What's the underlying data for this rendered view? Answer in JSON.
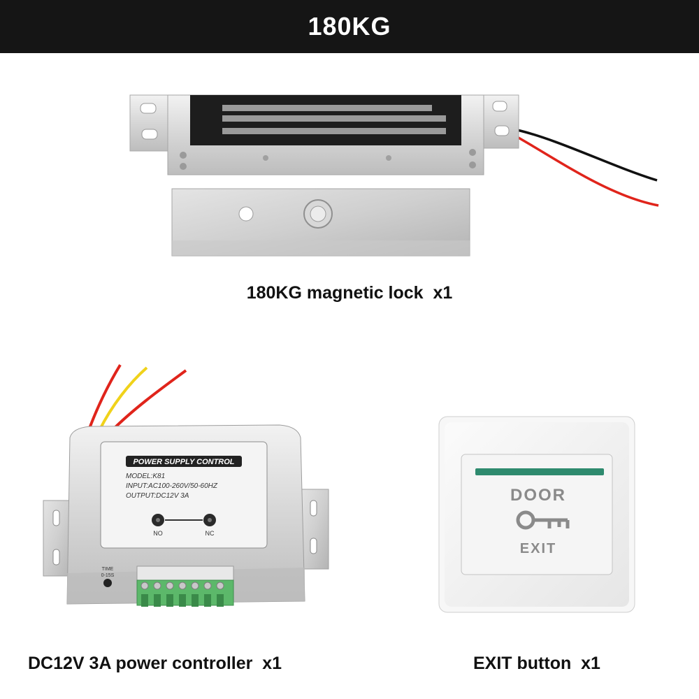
{
  "header": {
    "title": "180KG"
  },
  "products": {
    "lock": {
      "caption": "180KG magnetic lock  x1"
    },
    "controller": {
      "caption": "DC12V 3A power controller  x1",
      "label_title": "POWER SUPPLY CONTROL",
      "model": "MODEL:K81",
      "input": "INPUT:AC100-260V/50-60HZ",
      "output": "OUTPUT:DC12V 3A",
      "no_label": "NO",
      "nc_label": "NC",
      "time_label": "TIME",
      "time_range": "0-15S"
    },
    "exit_button": {
      "caption": "EXIT button  x1",
      "door_text": "DOOR",
      "exit_text": "EXIT"
    }
  },
  "colors": {
    "banner": "#151515",
    "wire_red": "#e0241b",
    "wire_black": "#111111",
    "wire_yellow": "#f0d21a",
    "terminal_green": "#5cb86a",
    "indicator_green": "#2e8a6e"
  }
}
